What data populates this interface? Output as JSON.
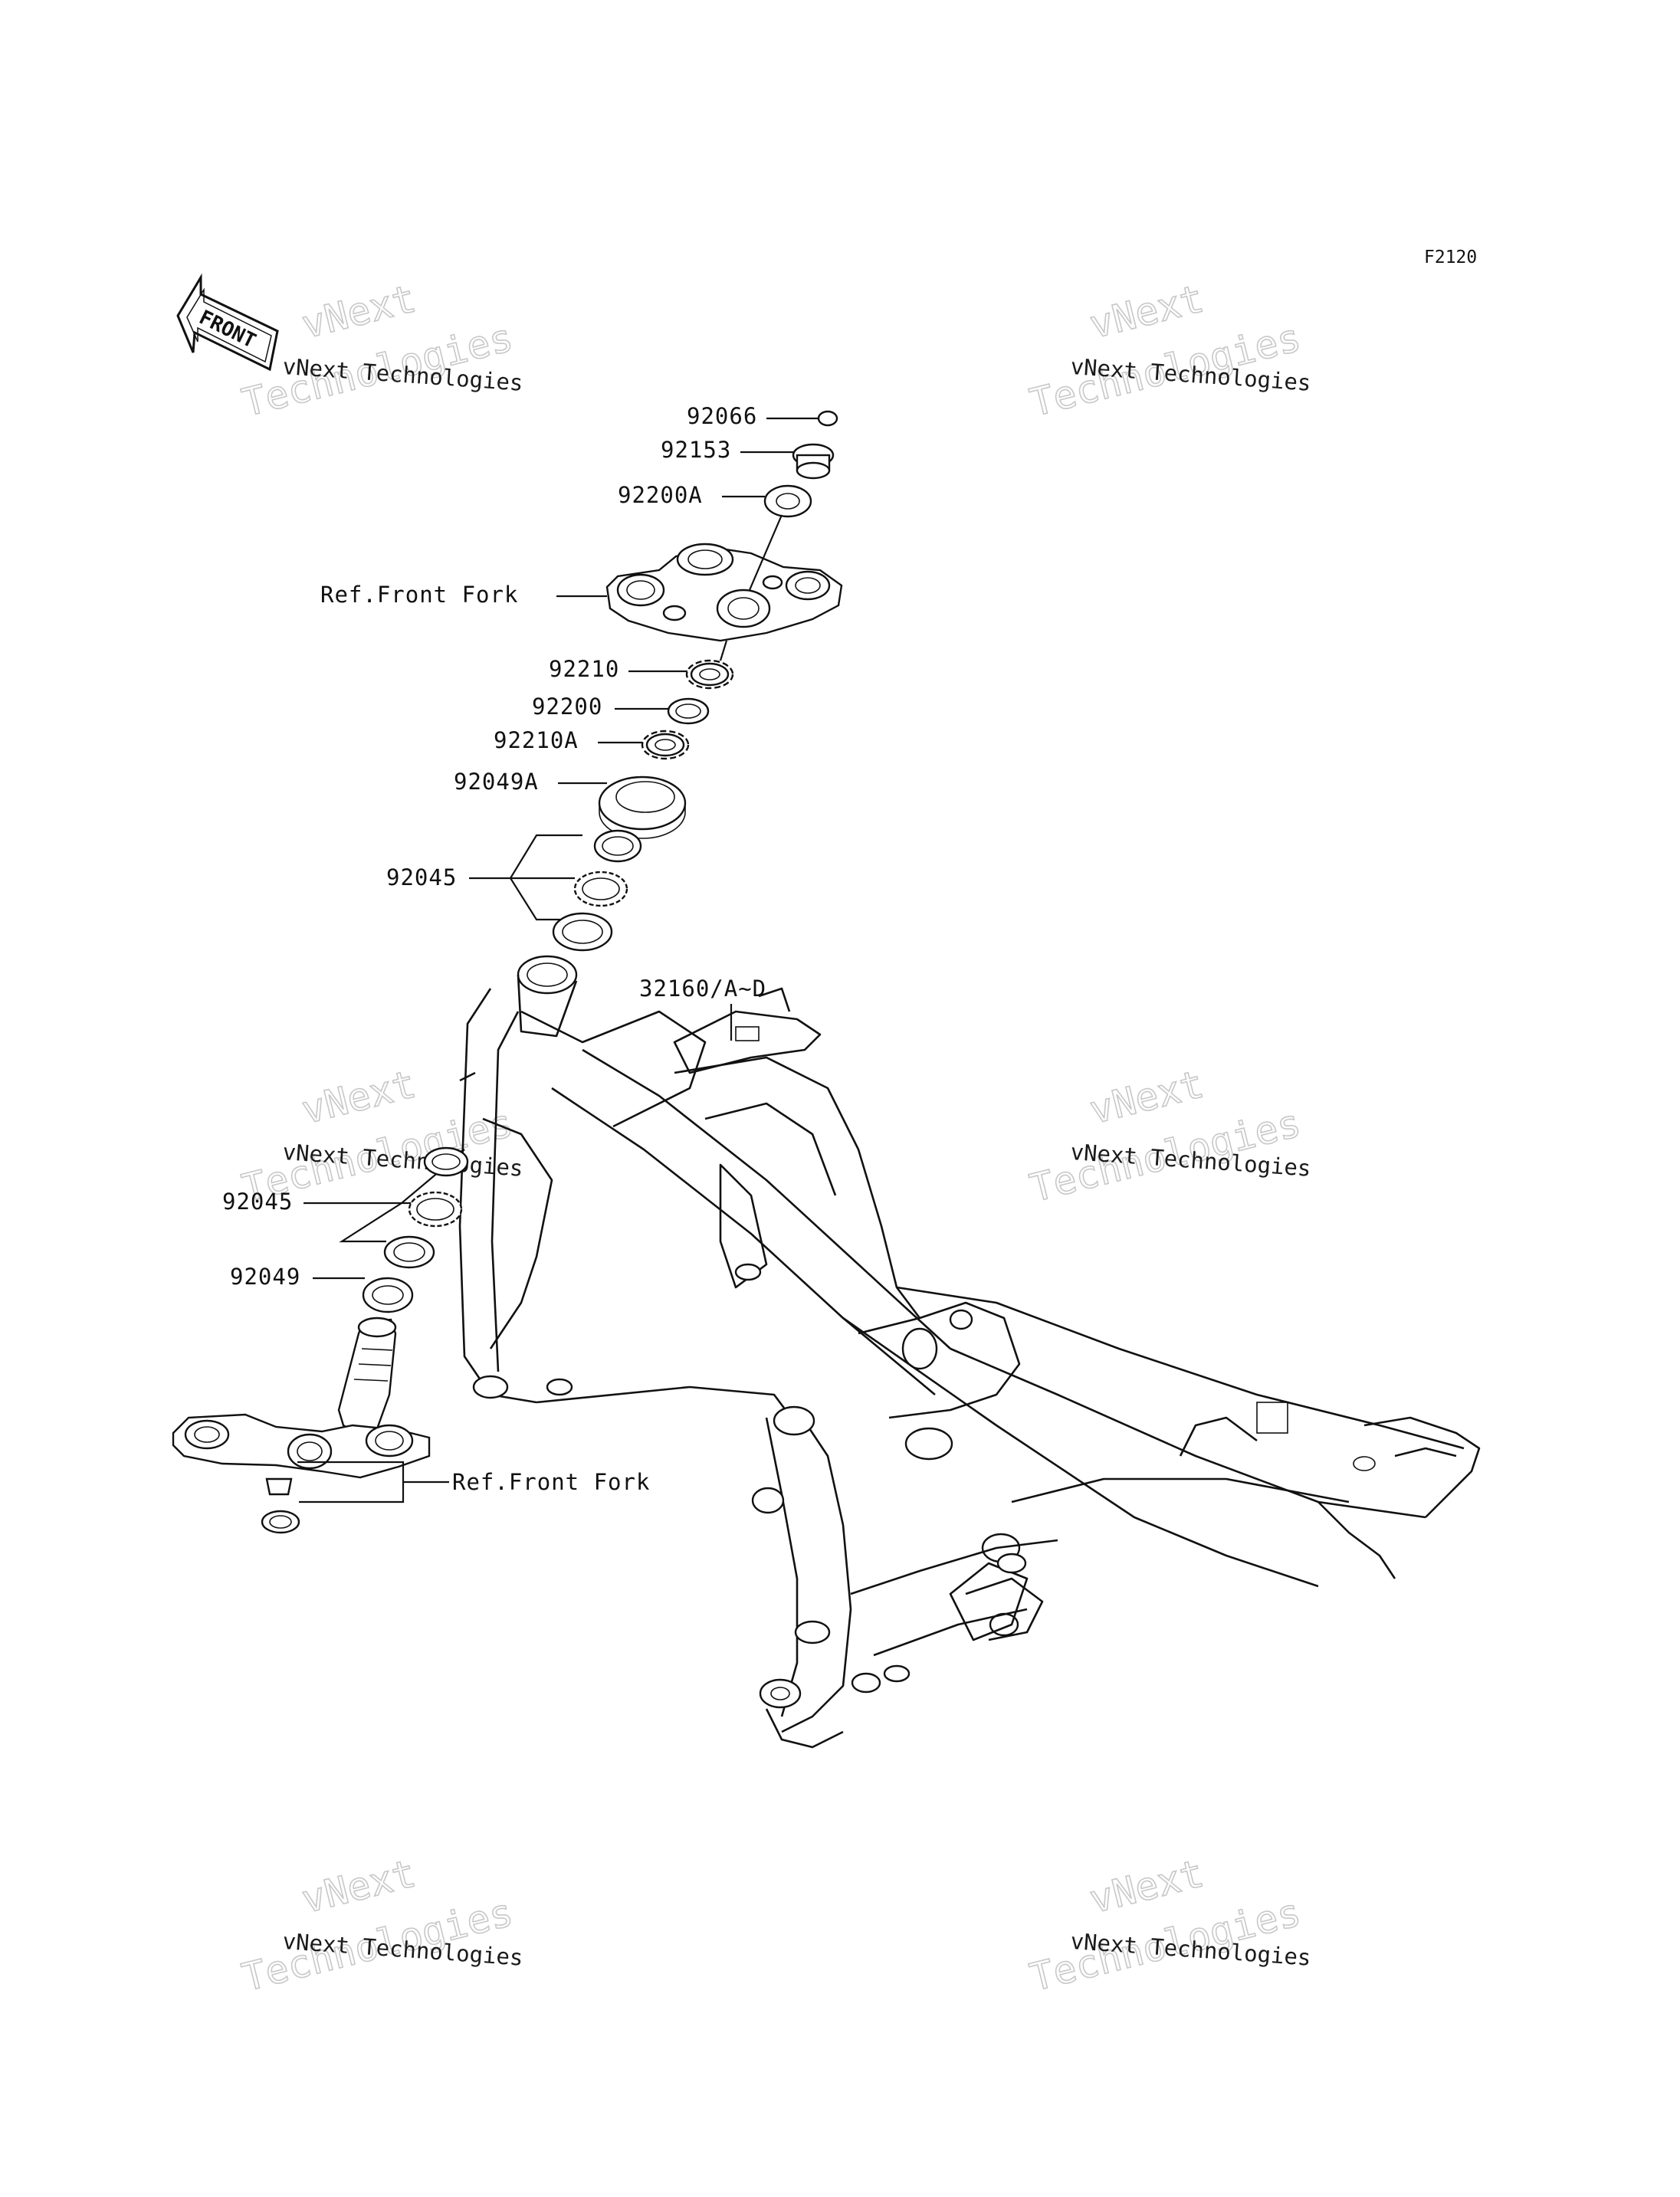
{
  "diagram_code": "F2120",
  "front_indicator": {
    "text": "FRONT",
    "icon": "front-arrow-icon"
  },
  "watermark": {
    "line1": "vNext Technologies",
    "line2": "vNext",
    "line3": "Technologies"
  },
  "labels": {
    "p92066": "92066",
    "p92153": "92153",
    "p92200A": "92200A",
    "ref_top": "Ref.Front Fork",
    "p92210": "92210",
    "p92200": "92200",
    "p92210A": "92210A",
    "p92049A": "92049A",
    "p92045_top": "92045",
    "p32160": "32160/A~D",
    "p92045_bottom": "92045",
    "p92049": "92049",
    "ref_bottom": "Ref.Front Fork"
  }
}
